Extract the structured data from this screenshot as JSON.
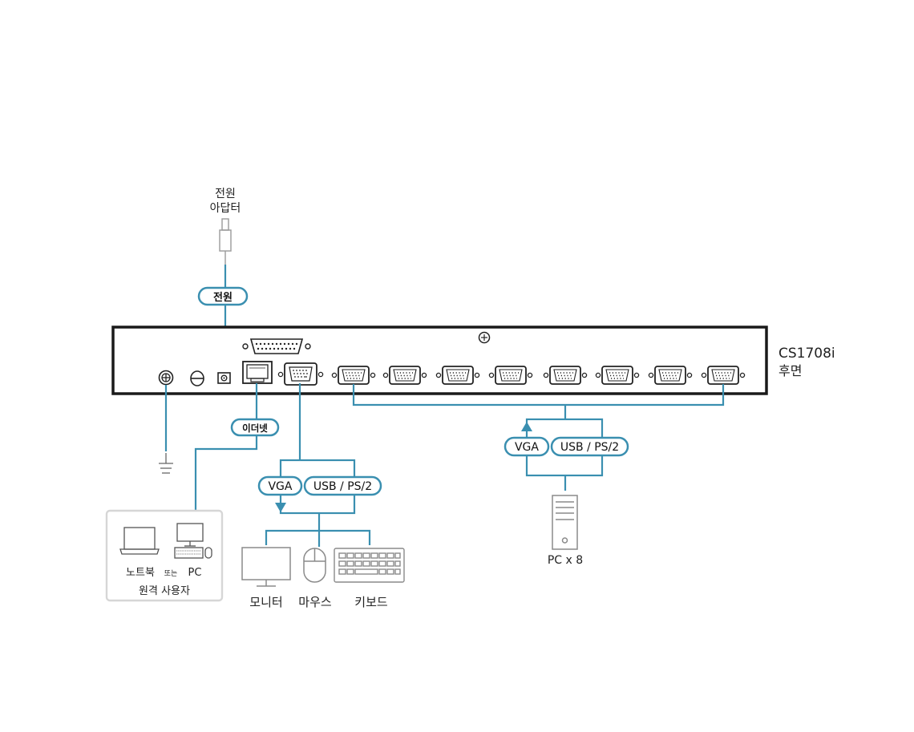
{
  "device": {
    "model": "CS1708i",
    "face": "후면"
  },
  "power": {
    "adapter_line1": "전원",
    "adapter_line2": "아답터",
    "pill": "전원"
  },
  "ethernet": {
    "pill": "이더넷"
  },
  "remote": {
    "laptop": "노트북",
    "or": "또는",
    "pc": "PC",
    "caption": "원격 사용자"
  },
  "console": {
    "vga": "VGA",
    "usb_ps2": "USB / PS/2",
    "monitor": "모니터",
    "mouse": "마우스",
    "keyboard": "키보드"
  },
  "computers": {
    "vga": "VGA",
    "usb_ps2": "USB / PS/2",
    "caption": "PC x 8"
  },
  "colors": {
    "cable": "#3a8fb0",
    "panel_border": "#1a1a1a",
    "device_outline": "#9a9a9a",
    "remote_box_border": "#d6d6d6"
  }
}
